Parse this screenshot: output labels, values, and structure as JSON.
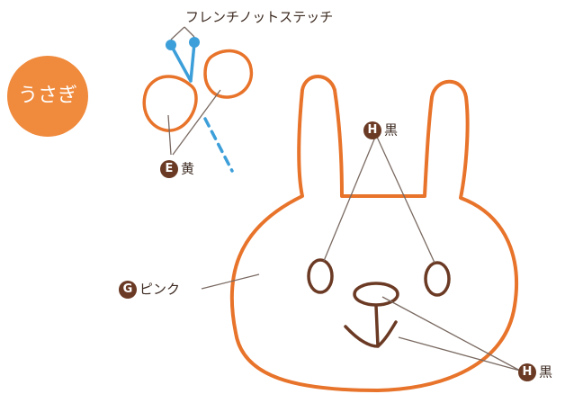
{
  "title_badge": {
    "text": "うさぎ",
    "color": "#f08a3c"
  },
  "stitch_label": "フレンチノットステッチ",
  "labels": {
    "E": {
      "letter": "E",
      "text": "黄"
    },
    "G": {
      "letter": "G",
      "text": "ピンク"
    },
    "H_top": {
      "letter": "H",
      "text": "黒"
    },
    "H_bottom": {
      "letter": "H",
      "text": "黒"
    }
  },
  "colors": {
    "outline": "#e8732a",
    "face_features": "#6b3a24",
    "stitch_thread": "#3d9fd9",
    "leader_line": "#7a6a62",
    "label_dot": "#6b3a24"
  }
}
